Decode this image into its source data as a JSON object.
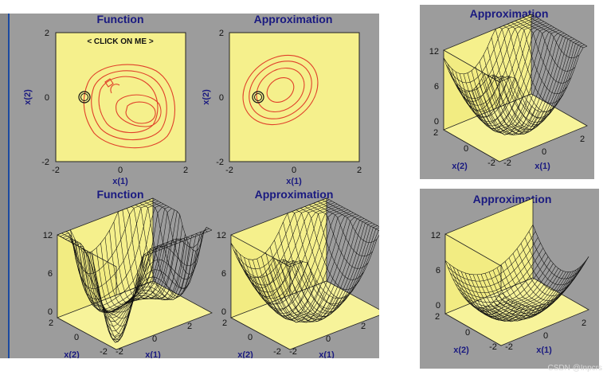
{
  "main_panel": {
    "contour_left": {
      "title": "Function",
      "button": "< CLICK ON ME >",
      "xlabel": "x(1)",
      "ylabel": "x(2)",
      "xticks": [
        "-2",
        "0",
        "2"
      ],
      "yticks": [
        "2",
        "0",
        "-2"
      ]
    },
    "contour_right": {
      "title": "Approximation",
      "xlabel": "x(1)",
      "ylabel": "x(2)",
      "xticks": [
        "-2",
        "0",
        "2"
      ],
      "yticks": [
        "2",
        "0",
        "-2"
      ]
    },
    "surf_left": {
      "title": "Function",
      "zticks": [
        "12",
        "6",
        "0"
      ],
      "x2ticks": [
        "2",
        "0",
        "-2"
      ],
      "x1ticks": [
        "-2",
        "0",
        "2"
      ],
      "x2label": "x(2)",
      "x1label": "x(1)"
    },
    "surf_right": {
      "title": "Approximation",
      "zticks": [
        "12",
        "6",
        "0"
      ],
      "x2ticks": [
        "2",
        "0",
        "-2"
      ],
      "x1ticks": [
        "-2",
        "0",
        "2"
      ],
      "x2label": "x(2)",
      "x1label": "x(1)"
    }
  },
  "side_top": {
    "title": "Approximation",
    "zticks": [
      "12",
      "6",
      "0"
    ],
    "x2ticks": [
      "2",
      "0",
      "-2"
    ],
    "x1ticks": [
      "-2",
      "0",
      "2"
    ],
    "x2label": "x(2)",
    "x1label": "x(1)"
  },
  "side_bottom": {
    "title": "Approximation",
    "zticks": [
      "12",
      "6",
      "0"
    ],
    "x2ticks": [
      "2",
      "0",
      "-2"
    ],
    "x1ticks": [
      "-2",
      "0",
      "2"
    ],
    "x2label": "x(2)",
    "x1label": "x(1)"
  },
  "watermark": "CSDN @Inpcrs",
  "colors": {
    "panel_bg": "#9c9c9c",
    "plot_bg": "#f5f08c",
    "contour": "#e0402a",
    "title": "#1a1a80",
    "mesh": "#111111"
  }
}
